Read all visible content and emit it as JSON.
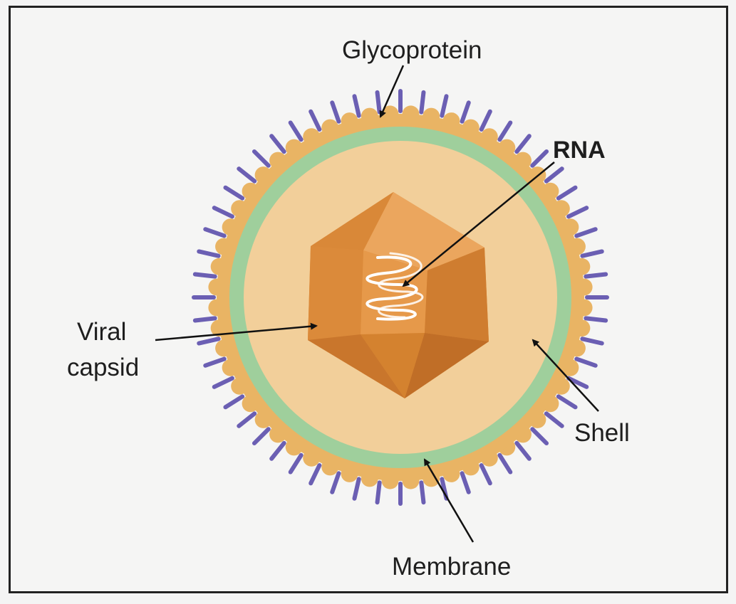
{
  "labels": {
    "glycoprotein": "Glycoprotein",
    "rna": "RNA",
    "viral_capsid_line1": "Viral",
    "viral_capsid_line2": "capsid",
    "shell": "Shell",
    "membrane": "Membrane"
  },
  "colors": {
    "spike": "#6b5fb3",
    "outer_envelope": "#e9b464",
    "membrane_ring": "#9fcf9c",
    "shell_fill": "#f2cf9a",
    "capsid_main": "#e08f3e",
    "capsid_dark": "#c9762c",
    "capsid_light": "#eba65e",
    "rna_strand": "#ffffff",
    "label_text": "#1e1e1e"
  }
}
